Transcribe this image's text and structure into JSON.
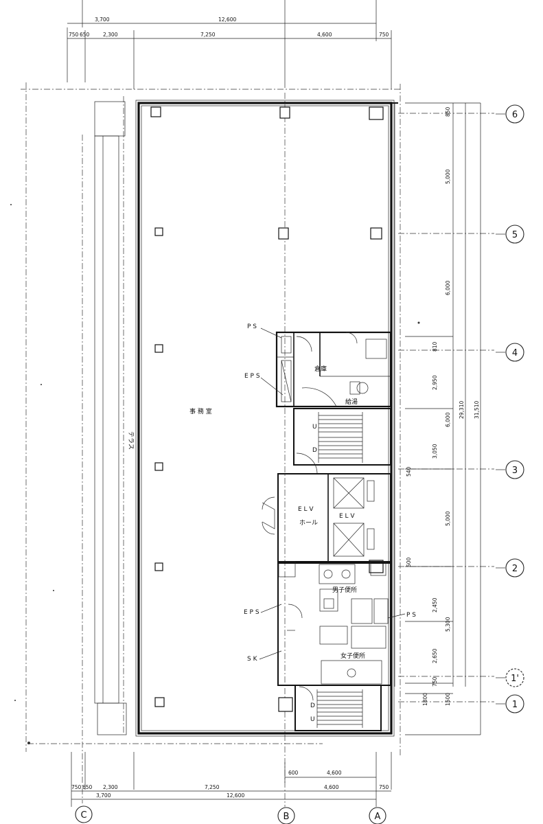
{
  "top_dimensions": {
    "overall_left": "3,700",
    "overall_total": "12,600",
    "sub_a": "750",
    "sub_b": "650",
    "sub_c": "2,300",
    "sub_d": "7,250",
    "sub_e": "4,600",
    "sub_f": "750"
  },
  "bottom_dimensions": {
    "sub_a": "750",
    "sub_b": "650",
    "sub_c": "2,300",
    "sub_d": "7,250",
    "sub_e": "4,600",
    "sub_f": "750",
    "overall_left": "3,700",
    "overall_total": "12,600",
    "small_600": "600",
    "small_4600": "4,600"
  },
  "right_dimensions": {
    "d_850": "850",
    "d_5000a": "5,000",
    "d_6000": "6,000",
    "d_810": "810",
    "d_2950": "2,950",
    "d_3050": "3,050",
    "d_6000b": "6,000",
    "d_29310": "29,310",
    "d_31510": "31,510",
    "d_540": "540",
    "d_5000b": "5,000",
    "d_2650": "2,650",
    "d_1800": "1800",
    "d_750": "750",
    "d_1500": "1500",
    "d_500": "500",
    "d_5300": "5,300",
    "d_2450": "2,450"
  },
  "grid_axes": {
    "row_6": "6",
    "row_5": "5",
    "row_4": "4",
    "row_3": "3",
    "row_2": "2",
    "row_1p": "1'",
    "row_1": "1",
    "col_c": "C",
    "col_b": "B",
    "col_a": "A"
  },
  "rooms": {
    "office": "事 務 室",
    "ps_top": "P S",
    "eps_top": "E P S",
    "storage": "倉庫",
    "kitchen": "給湯",
    "elv_hall_1": "E L V",
    "elv_hall_2": "ホール",
    "elv": "E L V",
    "mens_wc": "男子便所",
    "eps_bottom": "E P S",
    "sk": "S K",
    "ps_bottom": "P S",
    "womens_wc": "女子便所",
    "stair_up_a": "U",
    "stair_down_a": "D",
    "stair_up_b": "U",
    "stair_down_b": "D",
    "balcony": "テラス"
  }
}
